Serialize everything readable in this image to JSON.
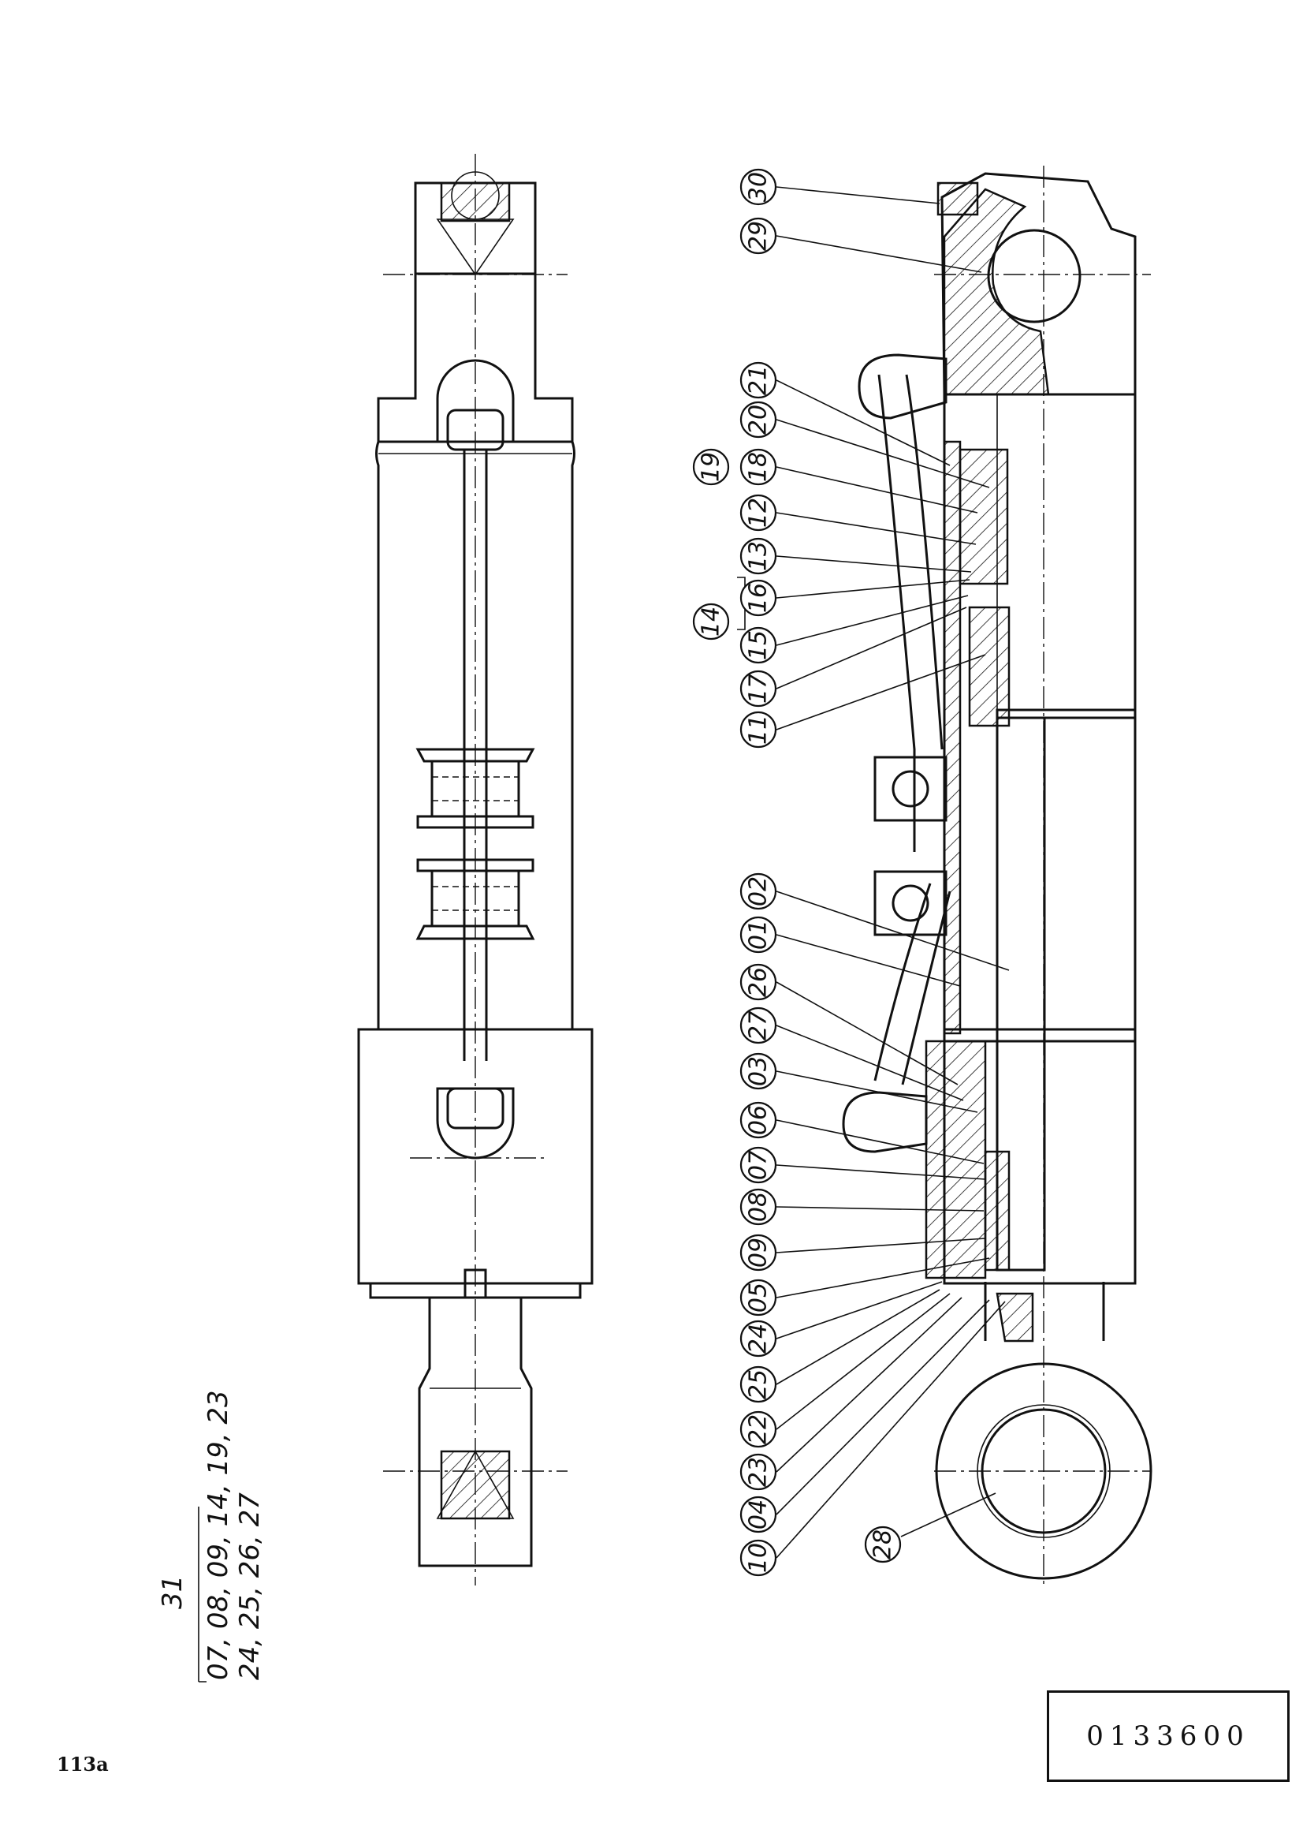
{
  "sheet": {
    "page_ref": "113a",
    "part_number": "0133600"
  },
  "repair_kit": {
    "item": "31",
    "line1": "07, 08, 09, 14, 19, 23",
    "line2": "24, 25, 26, 27"
  },
  "callouts": [
    {
      "id": "30"
    },
    {
      "id": "29"
    },
    {
      "id": "21"
    },
    {
      "id": "20"
    },
    {
      "id": "19"
    },
    {
      "id": "18"
    },
    {
      "id": "12"
    },
    {
      "id": "13"
    },
    {
      "id": "16"
    },
    {
      "id": "14"
    },
    {
      "id": "15"
    },
    {
      "id": "17"
    },
    {
      "id": "11"
    },
    {
      "id": "02"
    },
    {
      "id": "01"
    },
    {
      "id": "26"
    },
    {
      "id": "27"
    },
    {
      "id": "03"
    },
    {
      "id": "06"
    },
    {
      "id": "07"
    },
    {
      "id": "08"
    },
    {
      "id": "09"
    },
    {
      "id": "05"
    },
    {
      "id": "24"
    },
    {
      "id": "25"
    },
    {
      "id": "22"
    },
    {
      "id": "23"
    },
    {
      "id": "04"
    },
    {
      "id": "10"
    },
    {
      "id": "28"
    }
  ],
  "colors": {
    "ink": "#111111",
    "paper": "#ffffff"
  }
}
